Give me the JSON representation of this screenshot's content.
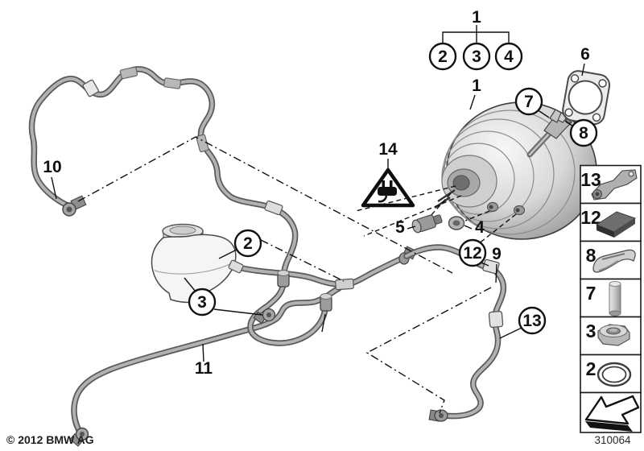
{
  "diagram": {
    "copyright": "© 2012 BMW AG",
    "number": "310064"
  },
  "callouts": [
    {
      "label": "1",
      "type": "group-label"
    },
    {
      "label": "2",
      "type": "circle"
    },
    {
      "label": "3",
      "type": "circle"
    },
    {
      "label": "4",
      "type": "circle"
    },
    {
      "label": "1",
      "type": "label"
    },
    {
      "label": "6",
      "type": "label"
    },
    {
      "label": "7",
      "type": "circle"
    },
    {
      "label": "8",
      "type": "circle"
    },
    {
      "label": "14",
      "type": "label"
    },
    {
      "label": "5",
      "type": "label"
    },
    {
      "label": "4",
      "type": "label"
    },
    {
      "label": "2",
      "type": "circle"
    },
    {
      "label": "3",
      "type": "circle"
    },
    {
      "label": "12",
      "type": "circle"
    },
    {
      "label": "9",
      "type": "label"
    },
    {
      "label": "13",
      "type": "circle"
    },
    {
      "label": "10",
      "type": "label"
    },
    {
      "label": "11",
      "type": "label"
    }
  ],
  "sidebar": {
    "items": [
      {
        "label": "13",
        "part": "mounting-bracket"
      },
      {
        "label": "12",
        "part": "foam-pad"
      },
      {
        "label": "8",
        "part": "spring-clip"
      },
      {
        "label": "7",
        "part": "dowel-pin"
      },
      {
        "label": "3",
        "part": "hex-nut"
      },
      {
        "label": "2",
        "part": "o-ring"
      }
    ],
    "back_arrow_icon": "back-arrow"
  },
  "icons": {
    "warning_triangle": "electrical-plug-warning"
  }
}
